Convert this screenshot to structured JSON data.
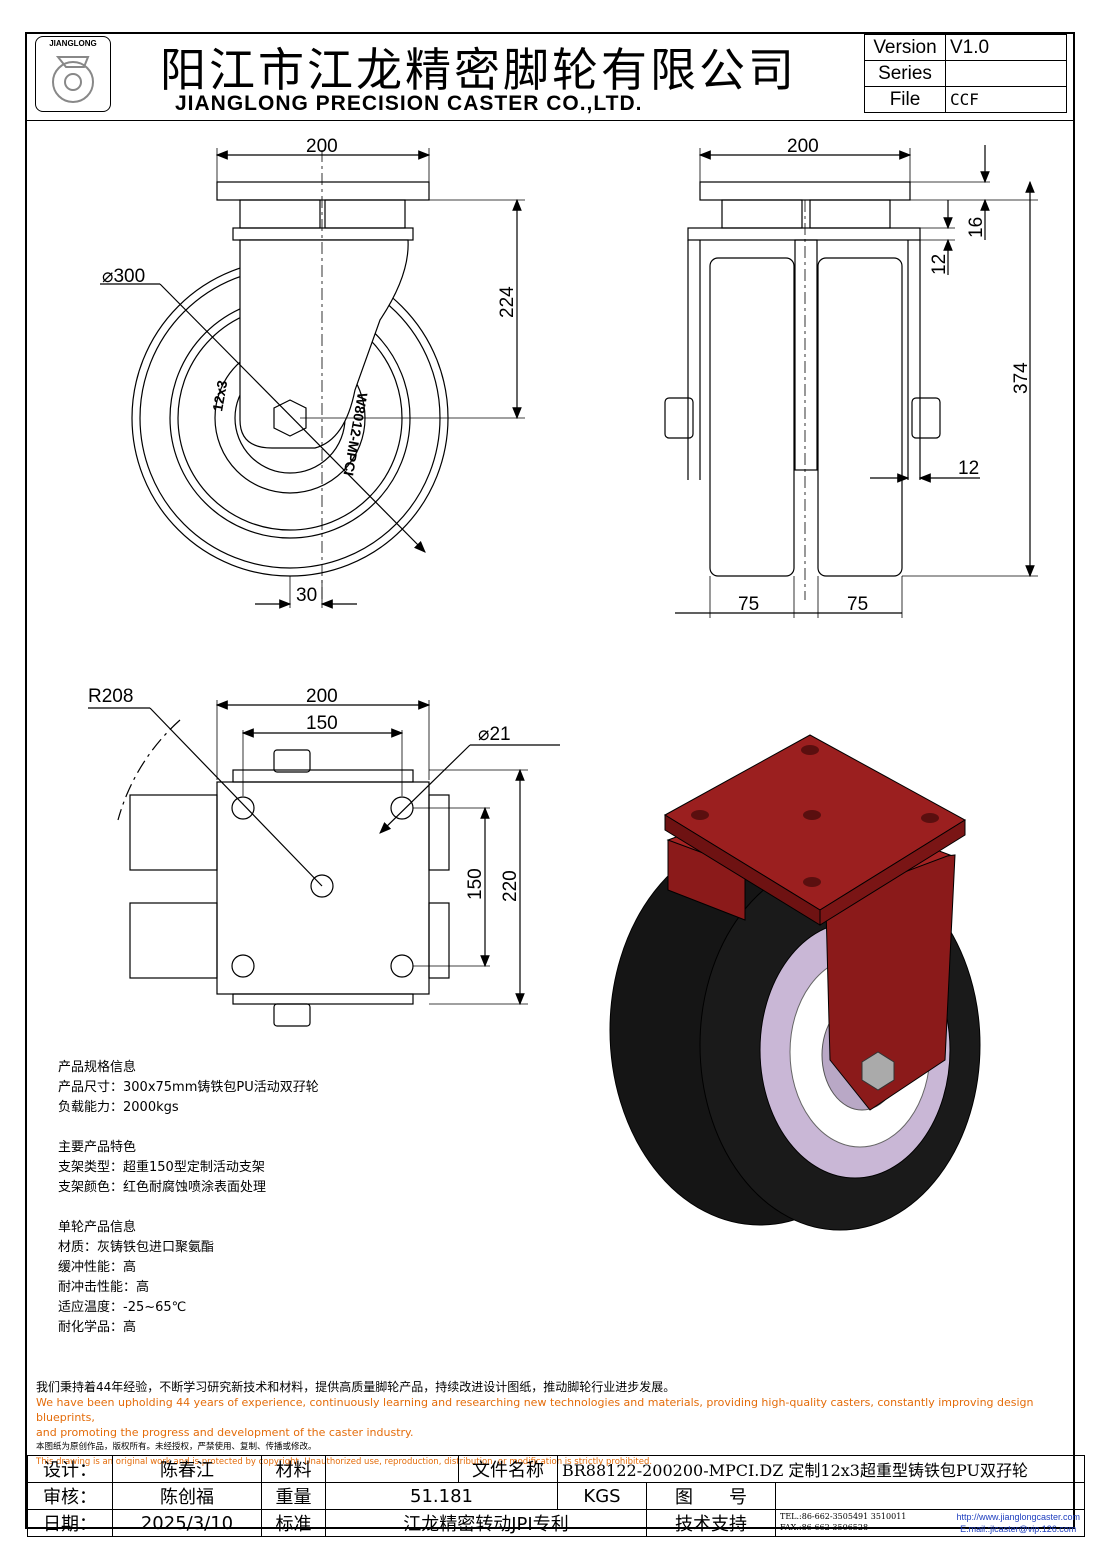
{
  "header": {
    "logo_text": "JIANGLONG",
    "company_cn": "阳江市江龙精密脚轮有限公司",
    "company_en": "JIANGLONG PRECISION CASTER CO.,LTD.",
    "version_label": "Version",
    "version_value": "V1.0",
    "series_label": "Series",
    "series_value": "",
    "file_label": "File",
    "file_value": "CCF"
  },
  "dims": {
    "side_width": "200",
    "diameter": "⌀300",
    "height_224": "224",
    "offset_30": "30",
    "wheel_mark_left": "12x3",
    "wheel_mark_right": "W8012-MPCI",
    "front_width": "200",
    "d16": "16",
    "d12_top": "12",
    "d374": "374",
    "d12_side": "12",
    "w75a": "75",
    "w75b": "75",
    "top_radius": "R208",
    "top_200": "200",
    "top_150": "150",
    "hole_d": "⌀21",
    "top_150v": "150",
    "top_220": "220"
  },
  "spec": {
    "h1": "产品规格信息",
    "size": "产品尺寸：300x75mm铸铁包PU活动双孖轮",
    "load": "负载能力：2000kgs",
    "h2": "主要产品特色",
    "bracket_type": "支架类型：超重150型定制活动支架",
    "bracket_color": "支架颜色：红色耐腐蚀喷涂表面处理",
    "h3": "单轮产品信息",
    "material": "材质：灰铸铁包进口聚氨酯",
    "cushion": "缓冲性能：高",
    "impact": "耐冲击性能：高",
    "temp": "适应温度：-25~65℃",
    "chemical": "耐化学品：高"
  },
  "notes": {
    "cn": "我们秉持着44年经验，不断学习研究新技术和材料，提供高质量脚轮产品，持续改进设计图纸，推动脚轮行业进步发展。",
    "en1": "We have been upholding 44 years of experience, continuously learning and researching new technologies and materials, providing high-quality casters, constantly improving design blueprints,",
    "en2": "and promoting the progress and development of the caster industry.",
    "copy_cn": "本图纸为原创作品，版权所有。未经授权，严禁使用、复制、传播或修改。",
    "copy_en": "This drawing is an original work and is protected by copyright. Unauthorized use, reproduction, distribution, or modification is strictly prohibited."
  },
  "titleblock": {
    "design_label": "设计：",
    "designer": "陈春江",
    "material_label": "材料",
    "material_value": "",
    "filename_label": "文件名称",
    "filename": "BR88122-200200-MPCI.DZ 定制12x3超重型铸铁包PU双孖轮",
    "review_label": "审核：",
    "reviewer": "陈创福",
    "weight_label": "重量",
    "weight": "51.181",
    "unit": "KGS",
    "drawing_no_label": "图　　号",
    "drawing_no": "",
    "date_label": "日期：",
    "date": "2025/3/10",
    "standard_label": "标准",
    "standard": "江龙精密转动JPI专利",
    "support_label": "技术支持",
    "tel": "TEL.:86-662-3505491 3510011",
    "fax": "FAX.:86-662-3506528",
    "web": "http://www.jianglongcaster.com",
    "email": "E.mail.:jlcaster@vip.126.com"
  },
  "colors": {
    "bracket_red": "#8b1a1a",
    "tyre_black": "#151515",
    "rim_lilac": "#c9b7d6"
  }
}
